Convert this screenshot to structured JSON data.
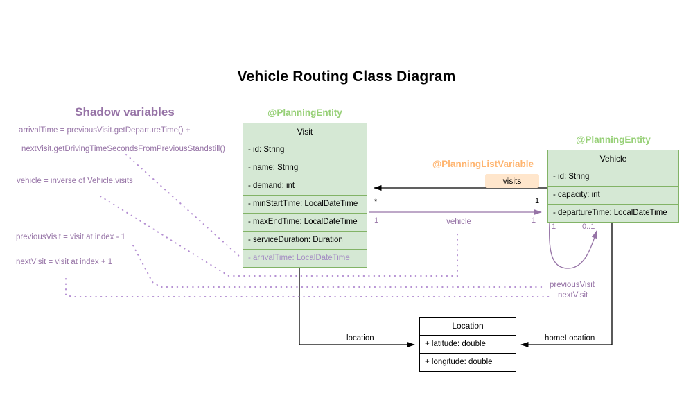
{
  "title": "Vehicle Routing Class Diagram",
  "shadow_panel": {
    "heading": "Shadow variables",
    "lines": [
      "arrivalTime = previousVisit.getDepartureTime() +",
      "nextVisit.getDrivingTimeSecondsFromPreviousStandstill()",
      "vehicle = inverse of Vehicle.visits",
      "previousVisit = visit at index - 1",
      "nextVisit = visit at index + 1"
    ]
  },
  "annotations": {
    "visit_entity": "@PlanningEntity",
    "vehicle_entity": "@PlanningEntity",
    "planning_list_variable": "@PlanningListVariable"
  },
  "classes": {
    "visit": {
      "name": "Visit",
      "attributes": [
        "- id: String",
        "- name: String",
        "- demand: int",
        "- minStartTime: LocalDateTime",
        "- maxEndTime: LocalDateTime",
        "- serviceDuration: Duration",
        "- arrivalTime: LocalDateTime"
      ]
    },
    "vehicle": {
      "name": "Vehicle",
      "attributes": [
        "- id: String",
        "- capacity: int",
        "- departureTime: LocalDateTime"
      ]
    },
    "location": {
      "name": "Location",
      "attributes": [
        "+ latitude: double",
        "+ longitude: double"
      ]
    }
  },
  "relationships": {
    "visits": {
      "label": "visits",
      "mult_visit_side": "*",
      "mult_vehicle_side": "1"
    },
    "vehicle": {
      "label": "vehicle",
      "mult_left": "1",
      "mult_right": "1"
    },
    "self_loop": {
      "mult_source": "1",
      "mult_target": "0..1",
      "label_previous": "previousVisit",
      "label_next": "nextVisit"
    },
    "location": {
      "label": "location"
    },
    "home_location": {
      "label": "homeLocation"
    }
  },
  "colors": {
    "class_fill_green": "#d5e8d4",
    "class_border_green": "#82b366",
    "entity_annotation_green": "#97d077",
    "purple": "#9673a6",
    "light_purple_dotted": "#b48fd2",
    "shadow_attr_text": "#a48bc4",
    "orange_annotation": "#ffb570",
    "visits_chip_fill": "#ffe6cc",
    "black": "#000000"
  }
}
